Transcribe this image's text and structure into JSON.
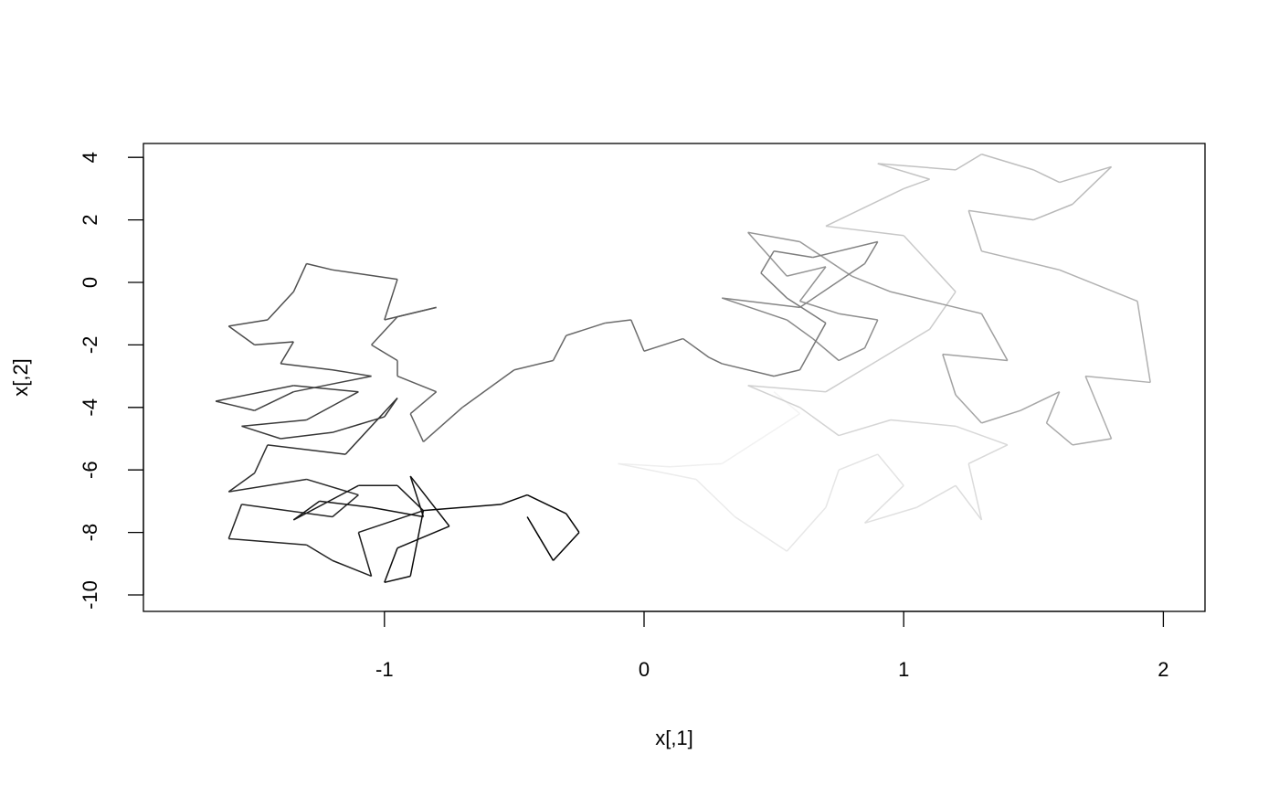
{
  "chart_data": {
    "type": "line",
    "title": "",
    "xlabel": "x[,1]",
    "ylabel": "x[,2]",
    "xlim": [
      -1.93,
      2.16
    ],
    "ylim": [
      -10.5,
      4.5
    ],
    "xticks": [
      -1,
      0,
      1,
      2
    ],
    "yticks": [
      -10,
      -8,
      -6,
      -4,
      -2,
      0,
      2,
      4
    ],
    "grid": false,
    "color_gradient": {
      "start": "#f4f4f4",
      "end": "#000000"
    },
    "points": [
      [
        0.5,
        -3.5
      ],
      [
        0.6,
        -4.2
      ],
      [
        0.45,
        -5
      ],
      [
        0.3,
        -5.8
      ],
      [
        0.1,
        -5.9
      ],
      [
        -0.1,
        -5.8
      ],
      [
        0.2,
        -6.3
      ],
      [
        0.35,
        -7.5
      ],
      [
        0.55,
        -8.6
      ],
      [
        0.7,
        -7.2
      ],
      [
        0.75,
        -6
      ],
      [
        0.9,
        -5.5
      ],
      [
        1.0,
        -6.5
      ],
      [
        0.85,
        -7.7
      ],
      [
        1.05,
        -7.2
      ],
      [
        1.2,
        -6.5
      ],
      [
        1.3,
        -7.6
      ],
      [
        1.25,
        -5.8
      ],
      [
        1.4,
        -5.2
      ],
      [
        1.2,
        -4.6
      ],
      [
        0.95,
        -4.4
      ],
      [
        0.75,
        -4.9
      ],
      [
        0.6,
        -4
      ],
      [
        0.4,
        -3.3
      ],
      [
        0.7,
        -3.5
      ],
      [
        0.9,
        -2.5
      ],
      [
        1.1,
        -1.5
      ],
      [
        1.2,
        -0.3
      ],
      [
        1.0,
        1.5
      ],
      [
        0.7,
        1.8
      ],
      [
        1.0,
        3.0
      ],
      [
        1.1,
        3.3
      ],
      [
        0.9,
        3.8
      ],
      [
        1.2,
        3.6
      ],
      [
        1.3,
        4.1
      ],
      [
        1.5,
        3.6
      ],
      [
        1.6,
        3.2
      ],
      [
        1.8,
        3.7
      ],
      [
        1.65,
        2.5
      ],
      [
        1.5,
        2.0
      ],
      [
        1.25,
        2.3
      ],
      [
        1.3,
        1.0
      ],
      [
        1.6,
        0.4
      ],
      [
        1.9,
        -0.6
      ],
      [
        1.95,
        -3.2
      ],
      [
        1.7,
        -3
      ],
      [
        1.8,
        -5
      ],
      [
        1.65,
        -5.2
      ],
      [
        1.55,
        -4.5
      ],
      [
        1.6,
        -3.5
      ],
      [
        1.45,
        -4.1
      ],
      [
        1.3,
        -4.5
      ],
      [
        1.2,
        -3.6
      ],
      [
        1.15,
        -2.3
      ],
      [
        1.4,
        -2.5
      ],
      [
        1.3,
        -1.0
      ],
      [
        1.15,
        -0.7
      ],
      [
        0.95,
        -0.3
      ],
      [
        0.8,
        0.2
      ],
      [
        0.6,
        1.3
      ],
      [
        0.4,
        1.6
      ],
      [
        0.55,
        0.2
      ],
      [
        0.7,
        0.5
      ],
      [
        0.6,
        -0.6
      ],
      [
        0.75,
        -1.0
      ],
      [
        0.9,
        -1.2
      ],
      [
        0.85,
        -2.1
      ],
      [
        0.75,
        -2.5
      ],
      [
        0.65,
        -1.8
      ],
      [
        0.55,
        -1.2
      ],
      [
        0.3,
        -0.5
      ],
      [
        0.6,
        -0.8
      ],
      [
        0.85,
        0.6
      ],
      [
        0.9,
        1.3
      ],
      [
        0.75,
        1.0
      ],
      [
        0.65,
        0.8
      ],
      [
        0.5,
        1.0
      ],
      [
        0.45,
        0.3
      ],
      [
        0.55,
        -0.5
      ],
      [
        0.7,
        -1.3
      ],
      [
        0.6,
        -2.8
      ],
      [
        0.5,
        -3.0
      ],
      [
        0.3,
        -2.6
      ],
      [
        0.25,
        -2.4
      ],
      [
        0.15,
        -1.8
      ],
      [
        0.0,
        -2.2
      ],
      [
        -0.05,
        -1.2
      ],
      [
        -0.15,
        -1.3
      ],
      [
        -0.3,
        -1.7
      ],
      [
        -0.35,
        -2.5
      ],
      [
        -0.5,
        -2.8
      ],
      [
        -0.55,
        -3.1
      ],
      [
        -0.7,
        -4.0
      ],
      [
        -0.85,
        -5.1
      ],
      [
        -0.9,
        -4.2
      ],
      [
        -0.8,
        -3.5
      ],
      [
        -0.95,
        -3.0
      ],
      [
        -0.95,
        -2.5
      ],
      [
        -1.05,
        -2.0
      ],
      [
        -0.95,
        -1.1
      ],
      [
        -0.8,
        -0.8
      ],
      [
        -1.0,
        -1.2
      ],
      [
        -0.95,
        0.1
      ],
      [
        -1.2,
        0.4
      ],
      [
        -1.3,
        0.6
      ],
      [
        -1.35,
        -0.3
      ],
      [
        -1.45,
        -1.2
      ],
      [
        -1.6,
        -1.4
      ],
      [
        -1.5,
        -2
      ],
      [
        -1.35,
        -1.9
      ],
      [
        -1.4,
        -2.6
      ],
      [
        -1.2,
        -2.8
      ],
      [
        -1.05,
        -3
      ],
      [
        -1.35,
        -3.5
      ],
      [
        -1.5,
        -4.1
      ],
      [
        -1.65,
        -3.8
      ],
      [
        -1.35,
        -3.3
      ],
      [
        -1.1,
        -3.5
      ],
      [
        -1.3,
        -4.4
      ],
      [
        -1.55,
        -4.6
      ],
      [
        -1.4,
        -5
      ],
      [
        -1.2,
        -4.8
      ],
      [
        -1.0,
        -4.3
      ],
      [
        -0.95,
        -3.7
      ],
      [
        -1.15,
        -5.5
      ],
      [
        -1.45,
        -5.2
      ],
      [
        -1.5,
        -6.1
      ],
      [
        -1.6,
        -6.7
      ],
      [
        -1.3,
        -6.3
      ],
      [
        -1.1,
        -6.8
      ],
      [
        -1.2,
        -7.5
      ],
      [
        -1.55,
        -7.1
      ],
      [
        -1.6,
        -8.2
      ],
      [
        -1.3,
        -8.4
      ],
      [
        -1.2,
        -8.9
      ],
      [
        -1.05,
        -9.4
      ],
      [
        -1.1,
        -8.0
      ],
      [
        -0.85,
        -7.3
      ],
      [
        -0.95,
        -6.5
      ],
      [
        -1.1,
        -6.5
      ],
      [
        -1.35,
        -7.6
      ],
      [
        -1.25,
        -7.0
      ],
      [
        -1.05,
        -7.2
      ],
      [
        -0.85,
        -7.5
      ],
      [
        -0.9,
        -6.2
      ],
      [
        -0.75,
        -7.8
      ],
      [
        -0.95,
        -8.5
      ],
      [
        -1.0,
        -9.6
      ],
      [
        -0.9,
        -9.4
      ],
      [
        -0.85,
        -7.3
      ],
      [
        -0.55,
        -7.1
      ],
      [
        -0.45,
        -6.8
      ],
      [
        -0.3,
        -7.4
      ],
      [
        -0.25,
        -8.0
      ],
      [
        -0.35,
        -8.9
      ],
      [
        -0.4,
        -8.2
      ],
      [
        -0.45,
        -7.5
      ]
    ]
  }
}
